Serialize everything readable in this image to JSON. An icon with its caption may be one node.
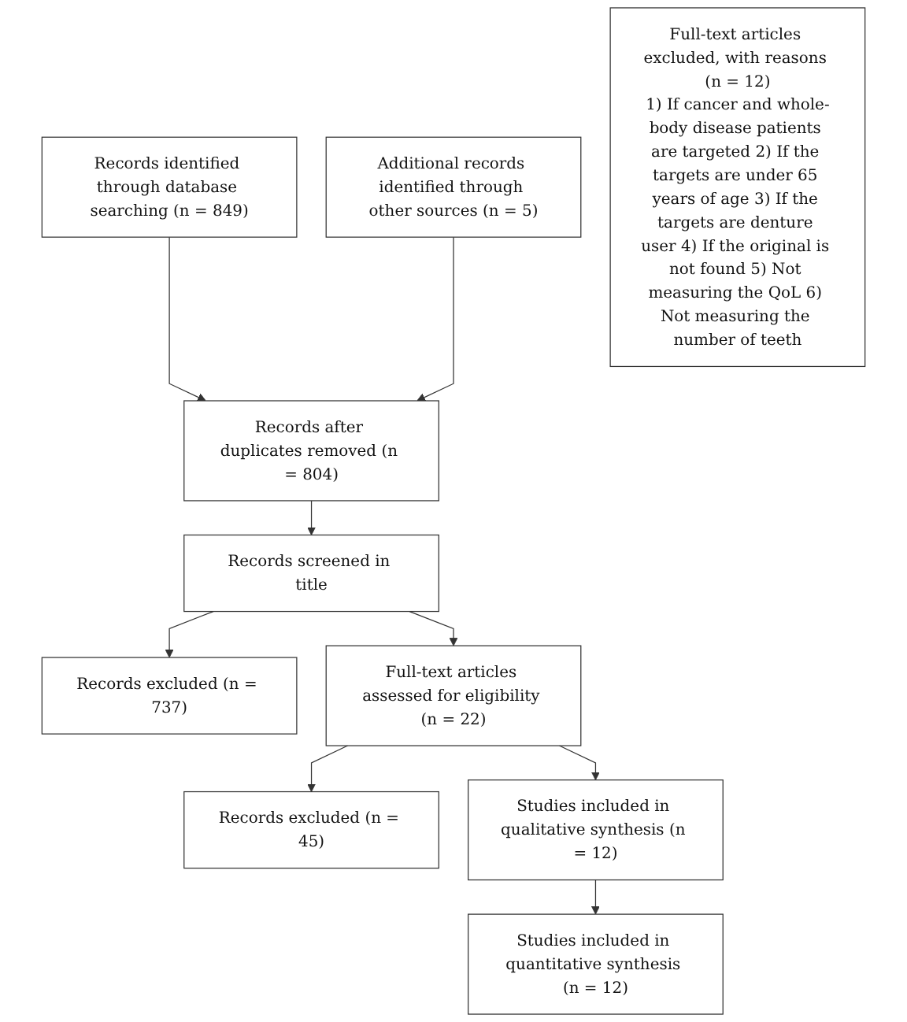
{
  "diagram": {
    "nodes": [
      {
        "text": [
          "Records identified through database searching (n = 849)"
        ]
      },
      {
        "text": [
          "Additional records identified through other sources (n = 5)"
        ]
      },
      {
        "text": [
          "Records after duplicates removed (n = 804)"
        ]
      },
      {
        "text": [
          "Records screened in title"
        ]
      },
      {
        "text": [
          "Records excluded (n = 737)"
        ]
      },
      {
        "text": [
          "Full-text articles assessed for eligibility (n = 22)"
        ]
      },
      {
        "text": [
          "Records excluded (n = 45)"
        ]
      },
      {
        "text": [
          "Studies included in qualitative synthesis (n = 12)"
        ]
      },
      {
        "text": [
          "Full-text articles excluded, with reasons (n = 12)",
          "1) If cancer and whole-body disease patients are targeted 2) If the targets are under 65 years of age 3) If the targets are denture user 4) If the original is not found 5) Not measuring the QoL 6) Not measuring the number of teeth"
        ]
      },
      {
        "text": [
          "Studies included in quantitative synthesis (n = 12)"
        ]
      }
    ],
    "edges": [
      {
        "from": 0,
        "to": 2,
        "arrow": "to"
      },
      {
        "from": 1,
        "to": 2,
        "arrow": "to"
      },
      {
        "from": 2,
        "to": 3,
        "arrow": "to"
      },
      {
        "from": 3,
        "to": 4,
        "arrow": "to"
      },
      {
        "from": 3,
        "to": 5,
        "arrow": "to"
      },
      {
        "from": 5,
        "to": 6,
        "arrow": "to"
      },
      {
        "from": 5,
        "to": 7,
        "arrow": "to"
      },
      {
        "from": 7,
        "to": 9,
        "arrow": "to"
      }
    ]
  }
}
